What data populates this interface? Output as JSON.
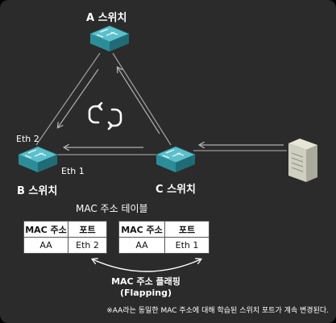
{
  "switches": {
    "a": {
      "label": "A 스위치"
    },
    "b": {
      "label": "B 스위치",
      "port_top": "Eth 2",
      "port_bottom": "Eth 1"
    },
    "c": {
      "label": "C 스위치"
    }
  },
  "mac_table": {
    "title": "MAC 주소 테이블",
    "headers": [
      "MAC 주소",
      "포트"
    ],
    "left_row": [
      "AA",
      "Eth 2"
    ],
    "right_row": [
      "AA",
      "Eth 1"
    ]
  },
  "flapping_label": {
    "line1": "MAC 주소 플래핑",
    "line2": "(Flapping)"
  },
  "footnote": "※AA라는 동일한 MAC 주소에 대해 학습된 스위치 포트가 계속 변경된다.",
  "icons": [
    "loop-arrows-icon",
    "server-icon",
    "switch-icon"
  ],
  "colors": {
    "background": "#2b2b2b",
    "switch_top": "#4fb3bf",
    "switch_side": "#2a7f8a",
    "line": "#a8a8a8",
    "table_bg": "#ffffff"
  }
}
